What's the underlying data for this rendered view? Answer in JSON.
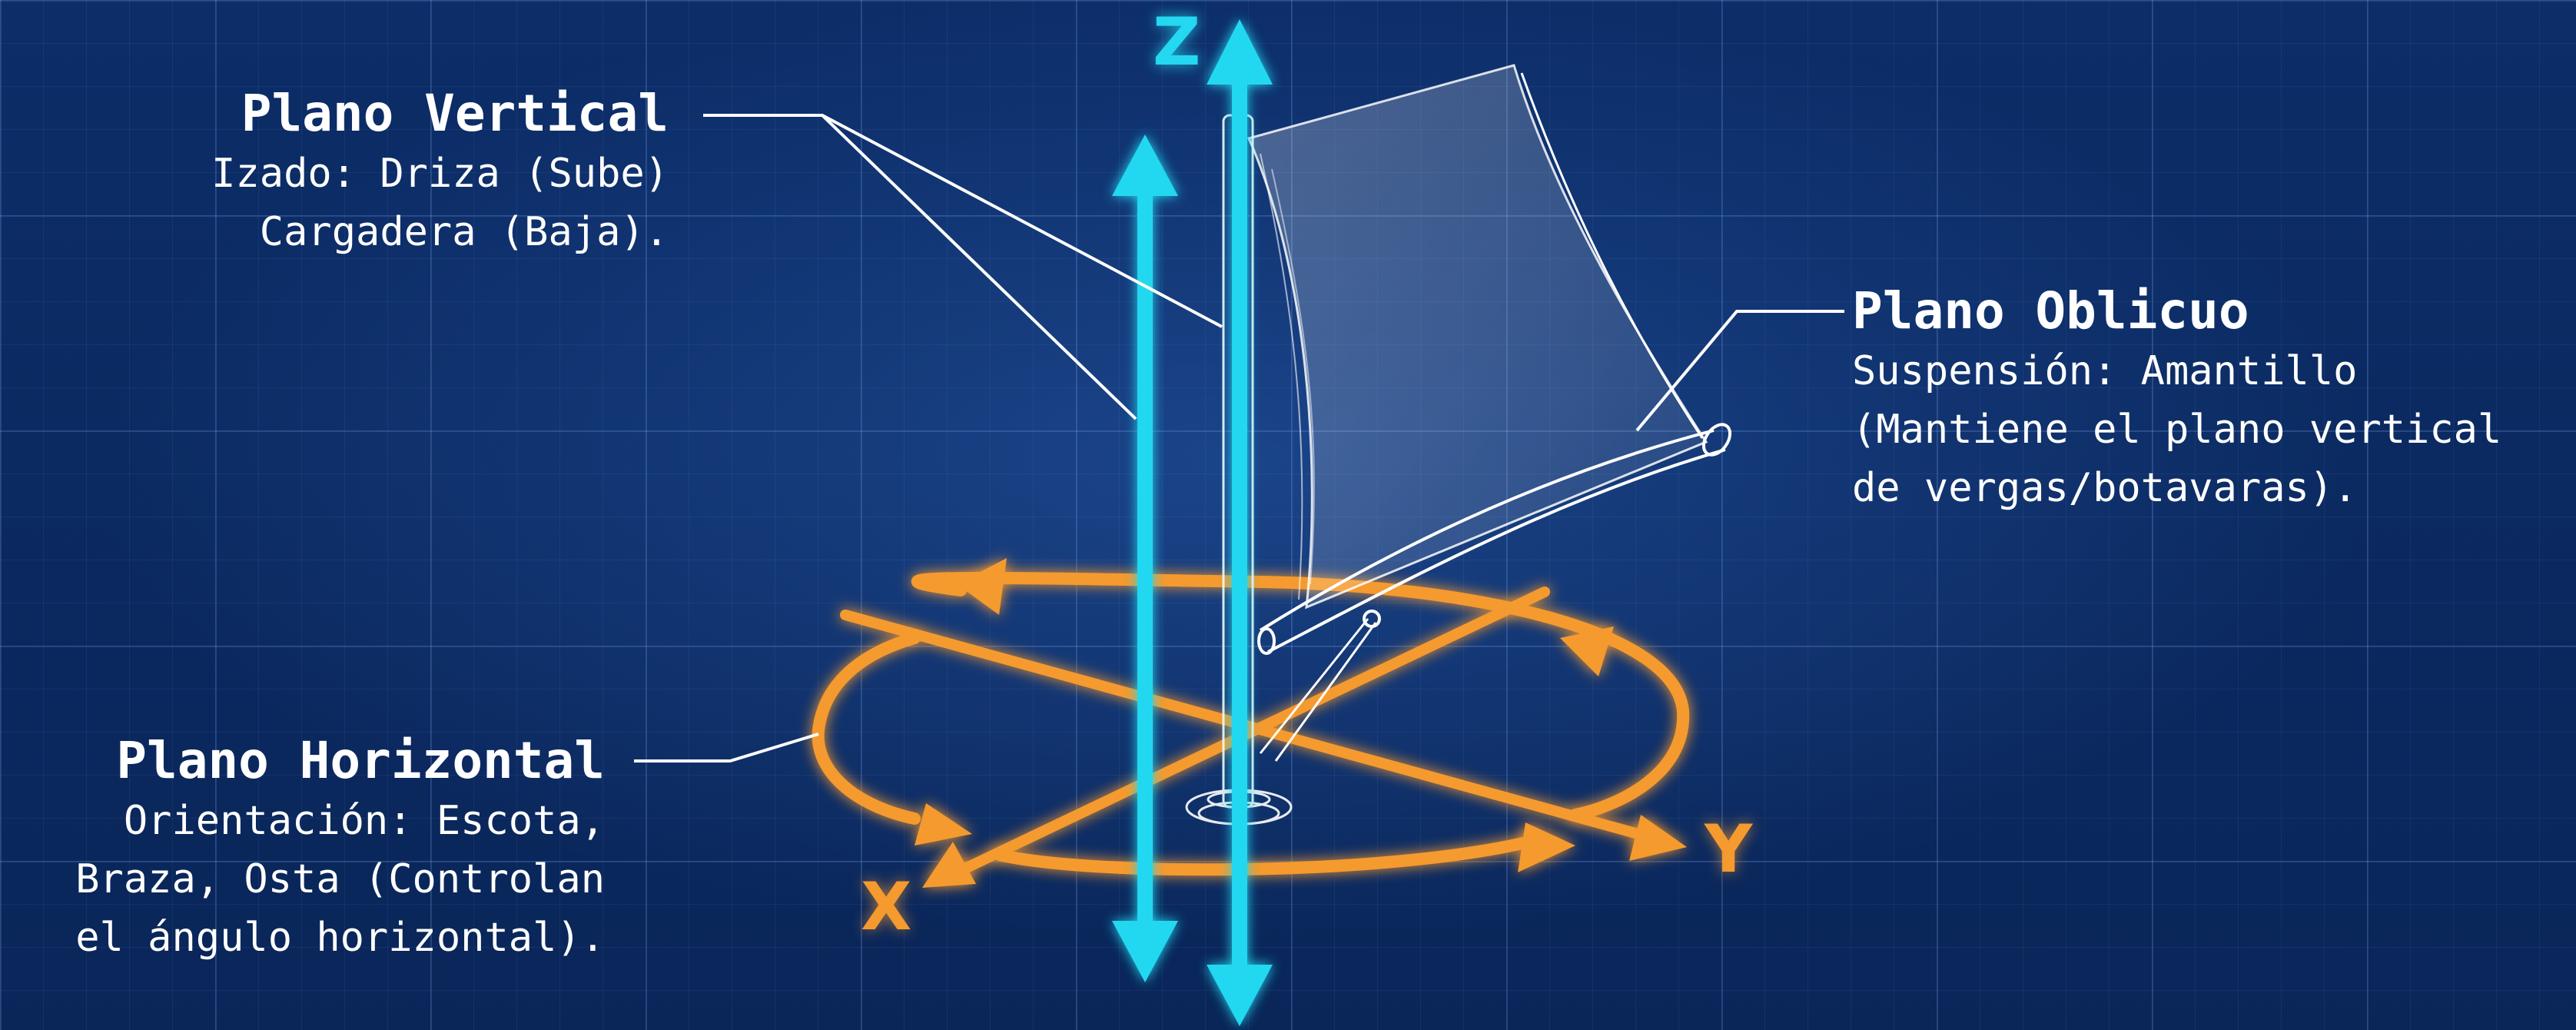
{
  "labels": {
    "vertical": {
      "title": "Plano Vertical",
      "lines": [
        "Izado: Driza (Sube)",
        "Cargadera (Baja)."
      ]
    },
    "oblique": {
      "title": "Plano Oblicuo",
      "lines": [
        "Suspensión: Amantillo",
        "(Mantiene el plano vertical",
        "de vergas/botavaras)."
      ]
    },
    "horizontal": {
      "title": "Plano Horizontal",
      "lines": [
        "Orientación: Escota,",
        "Braza, Osta (Controlan",
        "el ángulo horizontal)."
      ]
    }
  },
  "axes": {
    "z": "Z",
    "x": "X",
    "y": "Y"
  },
  "colors": {
    "background": "#0b2a63",
    "grid": "#7aa0e6",
    "vertical_axis": "#23d8f0",
    "horizontal_axes": "#f59a2e",
    "sketch": "#ffffff"
  }
}
